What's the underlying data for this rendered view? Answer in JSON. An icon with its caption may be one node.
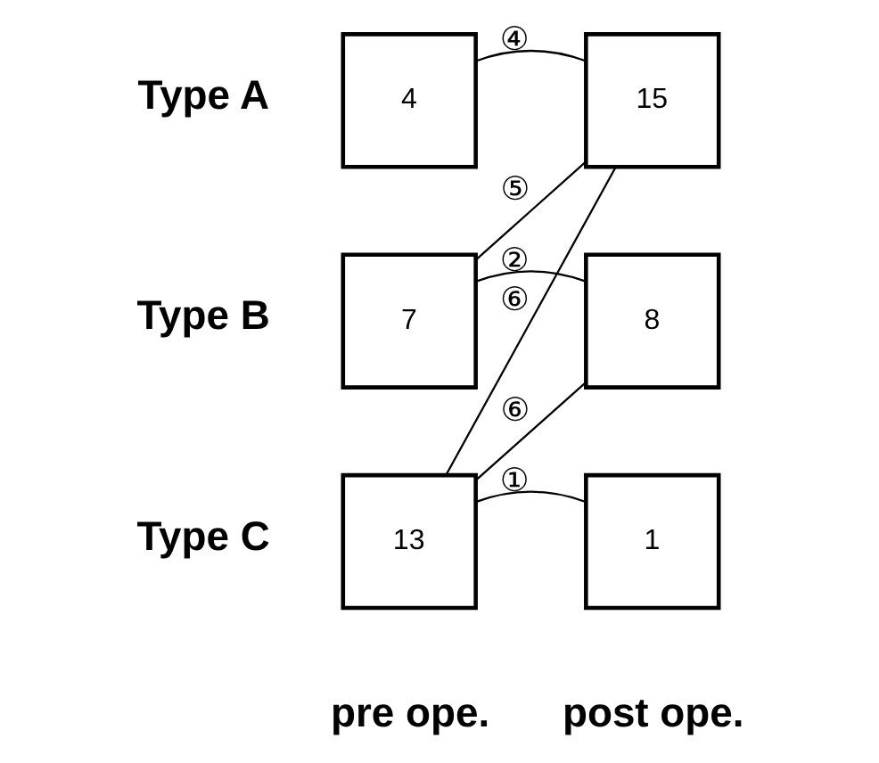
{
  "diagram": {
    "nodes": [
      {
        "text": [
          "4"
        ],
        "beside": [
          "Type A"
        ]
      },
      {
        "text": [
          "15"
        ]
      },
      {
        "text": [
          "7"
        ],
        "beside": [
          "Type B"
        ]
      },
      {
        "text": [
          "8"
        ]
      },
      {
        "text": [
          "13"
        ],
        "beside": [
          "Type C"
        ]
      },
      {
        "text": [
          "1"
        ]
      }
    ],
    "edges": [
      {
        "from": 0,
        "to": 1,
        "arrow": "none",
        "label": "④"
      },
      {
        "from": 2,
        "to": 1,
        "arrow": "none",
        "label": "⑤"
      },
      {
        "from": 2,
        "to": 3,
        "arrow": "none",
        "label": "②"
      },
      {
        "from": 4,
        "to": 1,
        "arrow": "none",
        "label": "⑥"
      },
      {
        "from": 4,
        "to": 3,
        "arrow": "none",
        "label": "⑥"
      },
      {
        "from": 4,
        "to": 5,
        "arrow": "none",
        "label": "①"
      }
    ],
    "labels": [
      "pre ope.",
      "post ope."
    ]
  }
}
